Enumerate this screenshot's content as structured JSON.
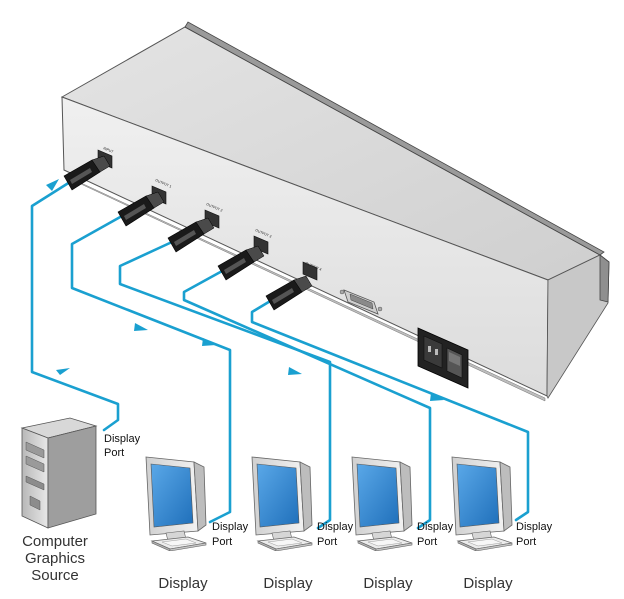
{
  "device": {
    "input_label": "INPUT",
    "output_labels": [
      "OUTPUT 1",
      "OUTPUT 2",
      "OUTPUT 3",
      "OUTPUT 4"
    ]
  },
  "source": {
    "port_line1": "Display",
    "port_line2": "Port",
    "caption_line1": "Computer",
    "caption_line2": "Graphics",
    "caption_line3": "Source"
  },
  "displays": [
    {
      "port_line1": "Display",
      "port_line2": "Port",
      "caption": "Display"
    },
    {
      "port_line1": "Display",
      "port_line2": "Port",
      "caption": "Display"
    },
    {
      "port_line1": "Display",
      "port_line2": "Port",
      "caption": "Display"
    },
    {
      "port_line1": "Display",
      "port_line2": "Port",
      "caption": "Display"
    }
  ],
  "colors": {
    "cable": "#1aa0d0",
    "chassis_face": "#e6e6e6",
    "chassis_top": "#d9d9d9",
    "connector": "#1a1a1a",
    "screen": "#2f86cf"
  }
}
